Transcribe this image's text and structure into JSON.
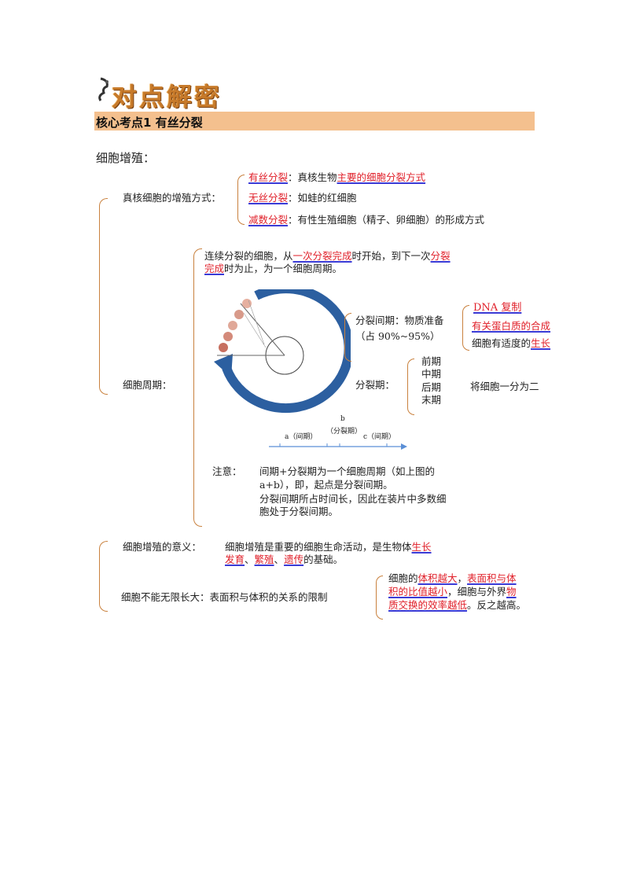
{
  "header": {
    "title": "对点解密",
    "section": "核心考点1  有丝分裂"
  },
  "subheading": "细胞增殖：",
  "methods": {
    "label": "真核细胞的增殖方式：",
    "mitosis": {
      "name": "有丝分裂",
      "sep": "：真核生物",
      "desc": "主要的细胞分裂方式"
    },
    "amitosis": {
      "name": "无丝分裂",
      "sep": "：",
      "desc": "如蛙的红细胞"
    },
    "meiosis": {
      "name": "减数分裂",
      "sep": "：",
      "desc": "有性生殖细胞（精子、卵细胞）的形成方式"
    }
  },
  "cycle": {
    "label": "细胞周期：",
    "def_1": "连续分裂的细胞，从",
    "def_2": "一次分裂完成",
    "def_3": "时开始，到下一次",
    "def_4": "分裂",
    "def_5": "完成",
    "def_6": "时为止，为一个细胞周期。",
    "interphase_label": "分裂间期：物质准备",
    "interphase_pct": "（占 90%~95%）",
    "interphase_items": [
      "DNA 复制",
      "有关蛋白质的合成"
    ],
    "interphase_growth": "细胞有适度的",
    "interphase_growth_red": "生长",
    "mphase_label": "分裂期：",
    "phases": [
      "前期",
      "中期",
      "后期",
      "末期"
    ],
    "mphase_result": "将细胞一分为二",
    "line_b": "b",
    "line_b_label": "（分裂期）",
    "line_a": "a（间期）",
    "line_c": "c（间期）",
    "note_label": "注意：",
    "note_1": "间期+分裂期为一个细胞周期（如上图的",
    "note_2": "a+b），即，起点是分裂间期。",
    "note_3": "分裂间期所占时间长，因此在装片中多数细",
    "note_4": "胞处于分裂间期。"
  },
  "significance": {
    "label": "细胞增殖的意义：",
    "text_1": "细胞增殖是重要的细胞生命活动，是生物体",
    "red_1": "生长",
    "red_2": "发育",
    "sep_1": "、",
    "red_3": "繁殖",
    "sep_2": "、",
    "red_4": "遗传",
    "text_2": "的基础。"
  },
  "limit": {
    "label": "细胞不能无限长大：表面积与体积的关系的限制",
    "l1a": "细胞的",
    "l1b": "体积越大",
    "l1c": "，",
    "l1d": "表面积与体",
    "l2a": "积的比值越小",
    "l2b": "，细胞与外界",
    "l2c": "物",
    "l3a": "质交换的效率越低",
    "l3b": "。反之越高。"
  },
  "colors": {
    "accent": "#e0202a",
    "underline": "#3b3bd6",
    "brace": "#c9813e",
    "band": "#f4c08e",
    "arrow": "#2c5fa0"
  }
}
